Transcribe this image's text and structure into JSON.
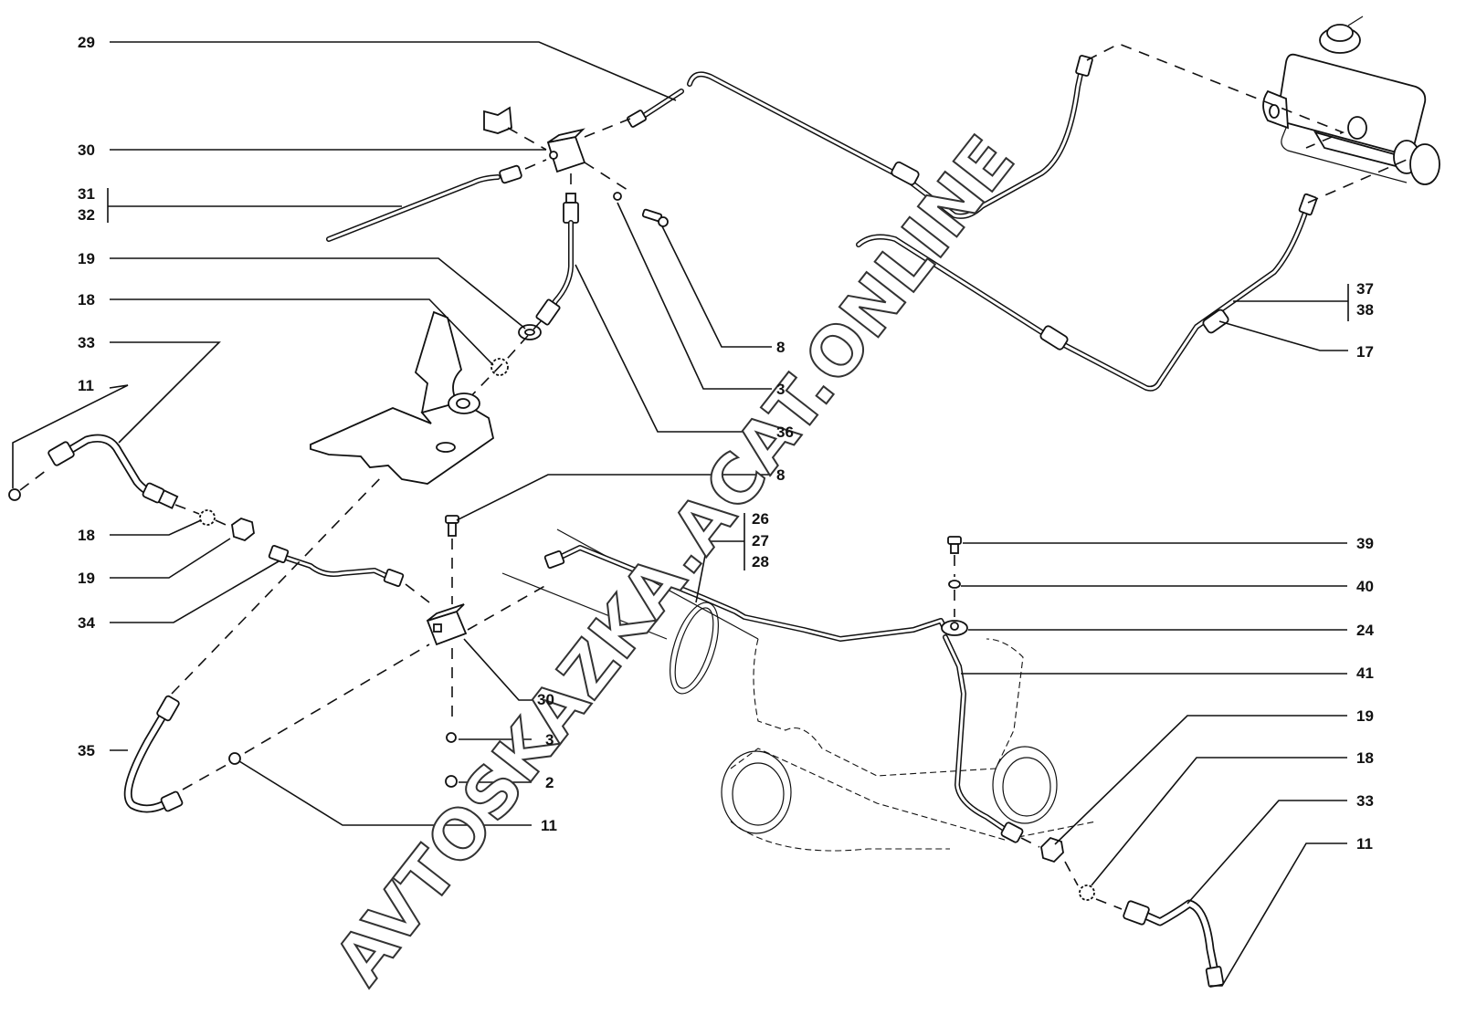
{
  "diagram": {
    "title": "Brake hydraulic lines exploded view",
    "watermark": "AVTOSKAZKA.ACAT.ONLINE",
    "callouts_left": [
      {
        "id": "c29",
        "label": "29"
      },
      {
        "id": "c30a",
        "label": "30"
      },
      {
        "id": "c31",
        "label": "31"
      },
      {
        "id": "c32",
        "label": "32"
      },
      {
        "id": "c19a",
        "label": "19"
      },
      {
        "id": "c18a",
        "label": "18"
      },
      {
        "id": "c33a",
        "label": "33"
      },
      {
        "id": "c11a",
        "label": "11"
      },
      {
        "id": "c18b",
        "label": "18"
      },
      {
        "id": "c19b",
        "label": "19"
      },
      {
        "id": "c34",
        "label": "34"
      },
      {
        "id": "c35",
        "label": "35"
      }
    ],
    "callouts_center": [
      {
        "id": "c8a",
        "label": "8"
      },
      {
        "id": "c3a",
        "label": "3"
      },
      {
        "id": "c36",
        "label": "36"
      },
      {
        "id": "c8b",
        "label": "8"
      },
      {
        "id": "c26",
        "label": "26"
      },
      {
        "id": "c27",
        "label": "27"
      },
      {
        "id": "c28",
        "label": "28"
      },
      {
        "id": "c30b",
        "label": "30"
      },
      {
        "id": "c3b",
        "label": "3"
      },
      {
        "id": "c2",
        "label": "2"
      },
      {
        "id": "c11b",
        "label": "11"
      }
    ],
    "callouts_right": [
      {
        "id": "c37",
        "label": "37"
      },
      {
        "id": "c38",
        "label": "38"
      },
      {
        "id": "c17",
        "label": "17"
      },
      {
        "id": "c39",
        "label": "39"
      },
      {
        "id": "c40",
        "label": "40"
      },
      {
        "id": "c24",
        "label": "24"
      },
      {
        "id": "c41",
        "label": "41"
      },
      {
        "id": "c19c",
        "label": "19"
      },
      {
        "id": "c18c",
        "label": "18"
      },
      {
        "id": "c33b",
        "label": "33"
      },
      {
        "id": "c11c",
        "label": "11"
      }
    ]
  }
}
